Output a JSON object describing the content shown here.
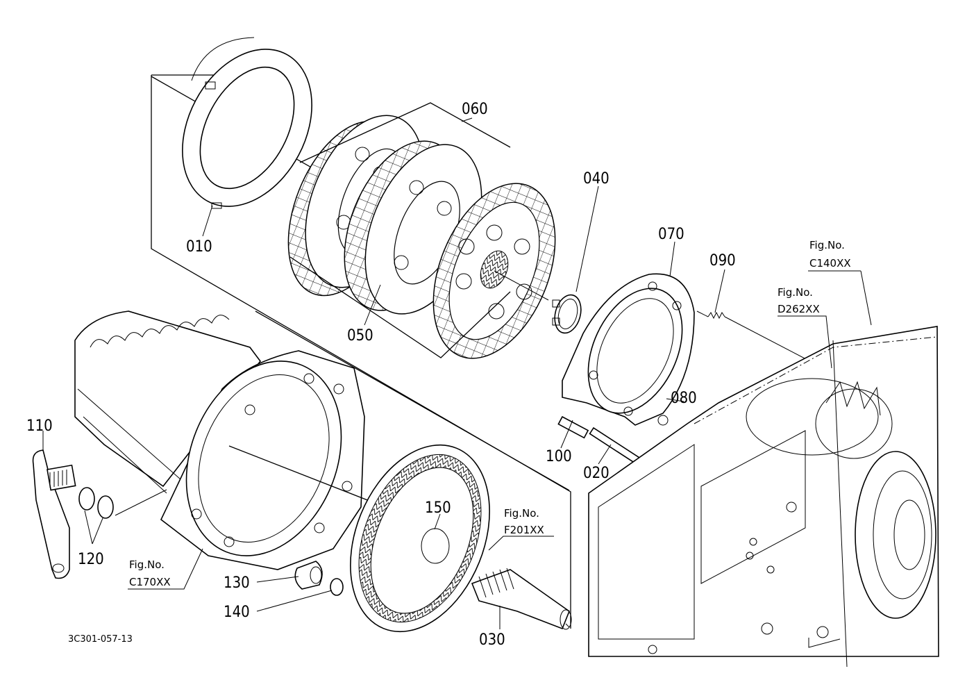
{
  "diagram": {
    "document_id": "3C301-057-13",
    "callouts": [
      {
        "id": "010",
        "label": "010"
      },
      {
        "id": "020",
        "label": "020"
      },
      {
        "id": "030",
        "label": "030"
      },
      {
        "id": "040",
        "label": "040"
      },
      {
        "id": "050",
        "label": "050"
      },
      {
        "id": "060",
        "label": "060"
      },
      {
        "id": "070",
        "label": "070"
      },
      {
        "id": "080",
        "label": "080"
      },
      {
        "id": "090",
        "label": "090"
      },
      {
        "id": "100",
        "label": "100"
      },
      {
        "id": "110",
        "label": "110"
      },
      {
        "id": "120",
        "label": "120"
      },
      {
        "id": "130",
        "label": "130"
      },
      {
        "id": "140",
        "label": "140"
      },
      {
        "id": "150",
        "label": "150"
      }
    ],
    "figure_refs": [
      {
        "prefix": "Fig.No.",
        "code": "C140XX"
      },
      {
        "prefix": "Fig.No.",
        "code": "D262XX"
      },
      {
        "prefix": "Fig.No.",
        "code": "F201XX"
      },
      {
        "prefix": "Fig.No.",
        "code": "C170XX"
      }
    ]
  }
}
